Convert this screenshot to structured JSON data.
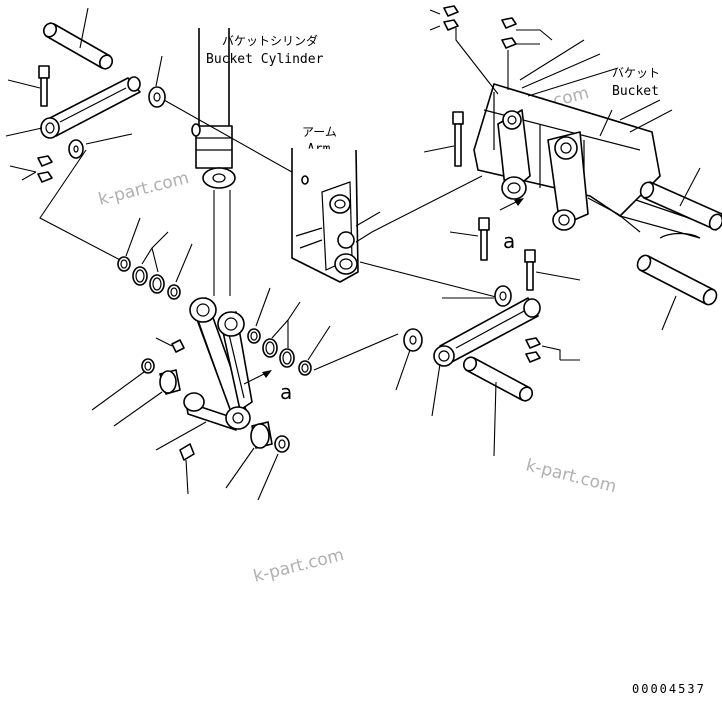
{
  "labels": {
    "bucket_cylinder_jp": "バケットシリンダ",
    "bucket_cylinder_en": "Bucket Cylinder",
    "arm_jp": "アーム",
    "arm_en": "Arm",
    "bucket_jp": "バケット",
    "bucket_en": "Bucket",
    "ref_a_left": "a",
    "ref_a_right": "a"
  },
  "watermark": "k-part.com",
  "drawing_number": "00004537"
}
